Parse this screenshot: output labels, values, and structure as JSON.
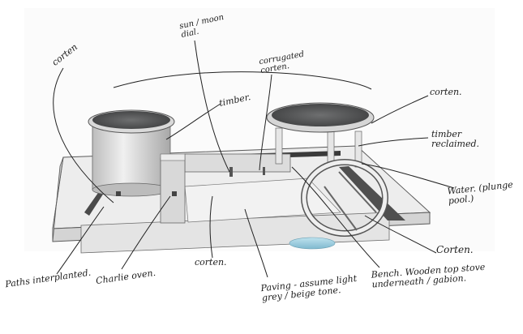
{
  "labels": {
    "corten_top_left": "corten",
    "sun_moon_dial": "sun / moon dial.",
    "corrugated_corten": "corrugated corten.",
    "timber": "timber.",
    "corten_top_right": "corten.",
    "timber_reclaimed": "timber reclaimed.",
    "water_plunge_pool": "Water. (plunge pool.)",
    "corten_right": "Corten.",
    "paths_interplanted": "Paths interplanted.",
    "charlie_oven": "Charlie oven.",
    "corten_bottom": "corten.",
    "paving_note": "Paving - assume light grey / beige tone.",
    "bench_note": "Bench. Wooden top stove underneath / gabion."
  }
}
